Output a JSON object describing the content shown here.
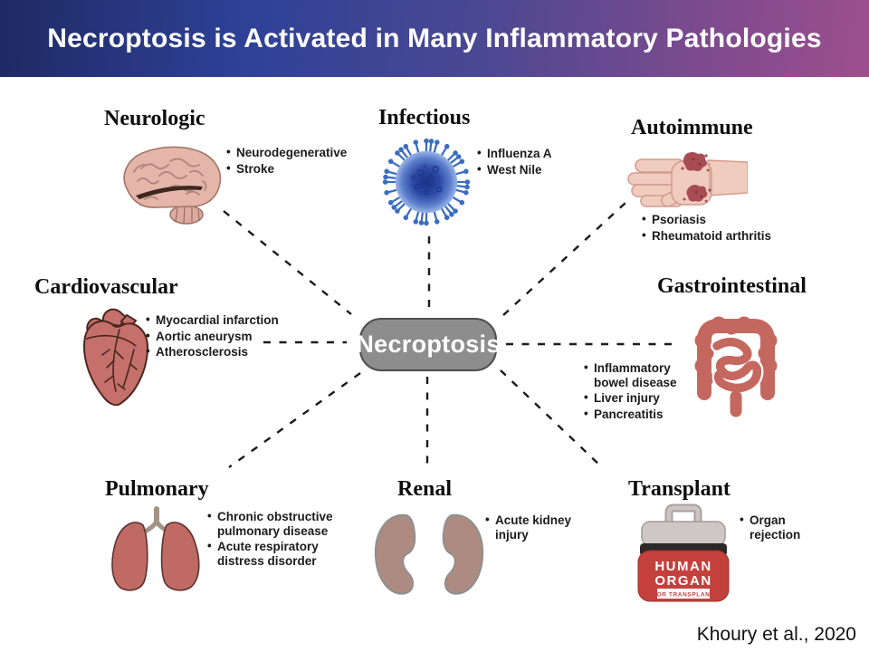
{
  "header": {
    "title": "Necroptosis is Activated in Many Inflammatory Pathologies",
    "gradient_left": "#1f2a63",
    "gradient_mid": "#4a4892",
    "gradient_right": "#9d4f8d"
  },
  "center_node": {
    "label": "Necroptosis",
    "fill": "#8d8d8d",
    "border_color": "#4e4e4e",
    "text_color": "#ffffff"
  },
  "sections": {
    "neurologic": {
      "label": "Neurologic",
      "icon": "brain-icon",
      "bullets": [
        "Neurodegenerative",
        "Stroke"
      ]
    },
    "infectious": {
      "label": "Infectious",
      "icon": "virus-icon",
      "bullets": [
        "Influenza A",
        "West Nile"
      ]
    },
    "autoimmune": {
      "label": "Autoimmune",
      "icon": "hand-psoriasis-icon",
      "bullets": [
        "Psoriasis",
        "Rheumatoid arthritis"
      ]
    },
    "cardiovascular": {
      "label": "Cardiovascular",
      "icon": "heart-icon",
      "bullets": [
        "Myocardial infarction",
        "Aortic aneurysm",
        "Atherosclerosis"
      ]
    },
    "gastrointestinal": {
      "label": "Gastrointestinal",
      "icon": "intestine-icon",
      "bullets": [
        "Inflammatory bowel disease",
        "Liver injury",
        "Pancreatitis"
      ]
    },
    "pulmonary": {
      "label": "Pulmonary",
      "icon": "lungs-icon",
      "bullets": [
        "Chronic obstructive pulmonary disease",
        "Acute respiratory distress disorder"
      ]
    },
    "renal": {
      "label": "Renal",
      "icon": "kidneys-icon",
      "bullets": [
        "Acute kidney injury"
      ]
    },
    "transplant": {
      "label": "Transplant",
      "icon": "organ-cooler-icon",
      "bullets": [
        "Organ rejection"
      ]
    }
  },
  "transplant_box": {
    "line1": "HUMAN",
    "line2": "ORGAN",
    "badge": "FOR TRANSPLANT"
  },
  "citation": {
    "text": "Khoury et al., 2020"
  }
}
